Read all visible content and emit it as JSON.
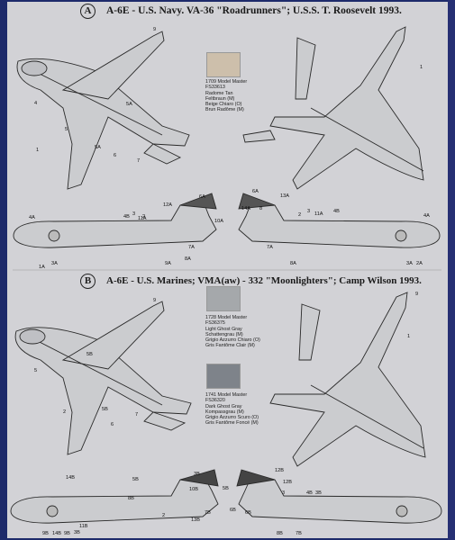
{
  "section_a": {
    "letter": "A",
    "title": "A-6E - U.S. Navy. VA-36 \"Roadrunners\"; U.S.S. T. Roosevelt 1993."
  },
  "section_b": {
    "letter": "B",
    "title": "A-6E - U.S. Marines; VMA(aw) - 332 \"Moonlighters\"; Camp Wilson 1993."
  },
  "colors": [
    {
      "swatch": "#cdbfab",
      "lines": [
        "1709 Model Master",
        "FS33613",
        "Radome Tan",
        "Feltbraun (M)",
        "Beige Chiaro (O)",
        "Brun Radôme (M)"
      ]
    },
    {
      "swatch": "#a5a8ab",
      "lines": [
        "1728 Model Master",
        "FS36375",
        "Light Ghost Gray",
        "Schattengrau (M)",
        "Grigio Azzurro Chiaro (O)",
        "Gris Fantôme Clair (M)"
      ]
    },
    {
      "swatch": "#7e838a",
      "lines": [
        "1741 Model Master",
        "FS36320",
        "Dark Ghost Gray",
        "Kompassgrau (M)",
        "Grigio Azzurro Scuro (O)",
        "Gris Fantôme Foncé (M)"
      ]
    }
  ],
  "callouts_a": [
    "9",
    "1",
    "4",
    "5A",
    "5",
    "5A",
    "6",
    "7",
    "1",
    "12A",
    "6A",
    "10A",
    "7A",
    "11A",
    "4B",
    "3",
    "2",
    "4A",
    "1A",
    "3A",
    "9A",
    "8A",
    "6A",
    "13A",
    "8",
    "14A",
    "11A",
    "4B",
    "3",
    "2",
    "7A",
    "8A",
    "4A",
    "3A",
    "2A"
  ],
  "callouts_b": [
    "9",
    "1",
    "5",
    "5B",
    "2",
    "5B",
    "6",
    "7",
    "9",
    "3B",
    "5B",
    "14B",
    "9B",
    "3B",
    "11B",
    "12B",
    "12B",
    "10B",
    "7B",
    "6B",
    "13B",
    "6B",
    "5B",
    "8B",
    "14B",
    "9B",
    "2",
    "8B",
    "7B",
    "3",
    "4B",
    "3B"
  ]
}
